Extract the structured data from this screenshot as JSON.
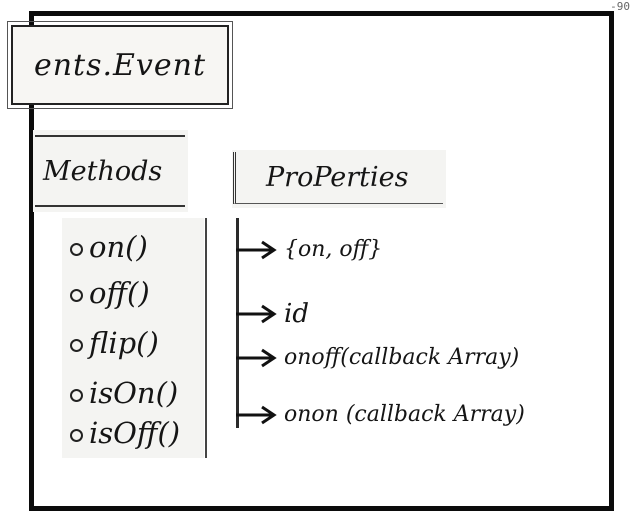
{
  "title": "ents.Event",
  "methods": {
    "heading": "Methods",
    "items": [
      "on()",
      "off()",
      "flip()",
      "isOn()",
      "isOff()"
    ]
  },
  "properties": {
    "heading": "ProPerties",
    "items": [
      "{on, off}",
      "id",
      "onoff(callback Array)",
      "onon (callback Array)"
    ]
  },
  "corner_note": "-90",
  "colors": {
    "ink": "#111111",
    "paper": "#ffffff",
    "frame": "#0b0b0b"
  },
  "icons": [
    "arrow-right-icon",
    "bullet-icon"
  ]
}
